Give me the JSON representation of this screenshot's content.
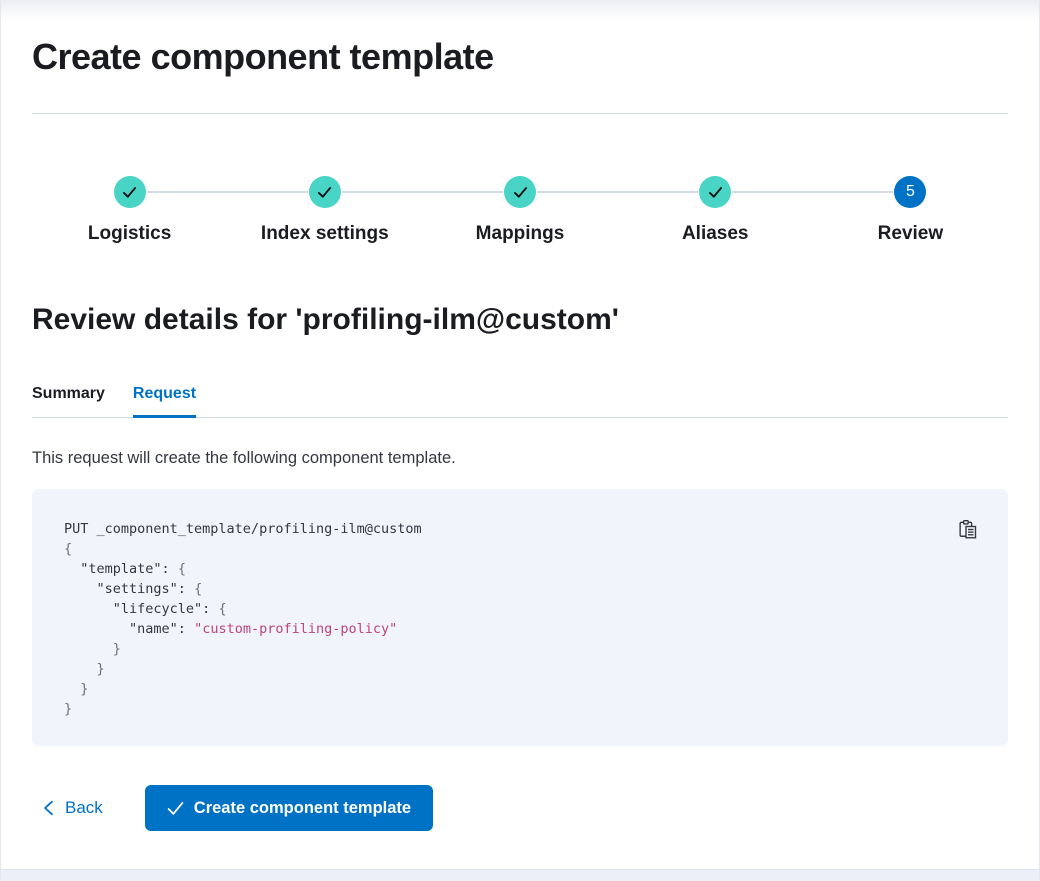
{
  "page": {
    "title": "Create component template"
  },
  "colors": {
    "accent_blue": "#0072c6",
    "success_teal": "#48d5c5",
    "code_string_pink": "#bd4380",
    "code_background": "#f1f4fa",
    "divider_gray": "#d3dae6"
  },
  "stepper": {
    "steps": [
      {
        "label": "Logistics",
        "status": "complete",
        "icon": "check-icon"
      },
      {
        "label": "Index settings",
        "status": "complete",
        "icon": "check-icon"
      },
      {
        "label": "Mappings",
        "status": "complete",
        "icon": "check-icon"
      },
      {
        "label": "Aliases",
        "status": "complete",
        "icon": "check-icon"
      },
      {
        "label": "Review",
        "status": "current",
        "number": "5"
      }
    ]
  },
  "review": {
    "heading": "Review details for 'profiling-ilm@custom'",
    "tabs": [
      {
        "label": "Summary",
        "active": false
      },
      {
        "label": "Request",
        "active": true
      }
    ],
    "description": "This request will create the following component template."
  },
  "code_block": {
    "copy_icon": "clipboard-icon",
    "lines": [
      {
        "segments": [
          {
            "style": "plain",
            "text": "PUT _component_template/profiling-ilm@custom"
          }
        ]
      },
      {
        "segments": [
          {
            "style": "punct",
            "text": "{"
          }
        ]
      },
      {
        "segments": [
          {
            "style": "key",
            "text": "  \"template\""
          },
          {
            "style": "plain",
            "text": ": "
          },
          {
            "style": "punct",
            "text": "{"
          }
        ]
      },
      {
        "segments": [
          {
            "style": "key",
            "text": "    \"settings\""
          },
          {
            "style": "plain",
            "text": ": "
          },
          {
            "style": "punct",
            "text": "{"
          }
        ]
      },
      {
        "segments": [
          {
            "style": "key",
            "text": "      \"lifecycle\""
          },
          {
            "style": "plain",
            "text": ": "
          },
          {
            "style": "punct",
            "text": "{"
          }
        ]
      },
      {
        "segments": [
          {
            "style": "key",
            "text": "        \"name\""
          },
          {
            "style": "plain",
            "text": ": "
          },
          {
            "style": "string",
            "text": "\"custom-profiling-policy\""
          }
        ]
      },
      {
        "segments": [
          {
            "style": "punct",
            "text": "      }"
          }
        ]
      },
      {
        "segments": [
          {
            "style": "punct",
            "text": "    }"
          }
        ]
      },
      {
        "segments": [
          {
            "style": "punct",
            "text": "  }"
          }
        ]
      },
      {
        "segments": [
          {
            "style": "punct",
            "text": "}"
          }
        ]
      }
    ]
  },
  "footer": {
    "back_label": "Back",
    "create_label": "Create component template"
  }
}
